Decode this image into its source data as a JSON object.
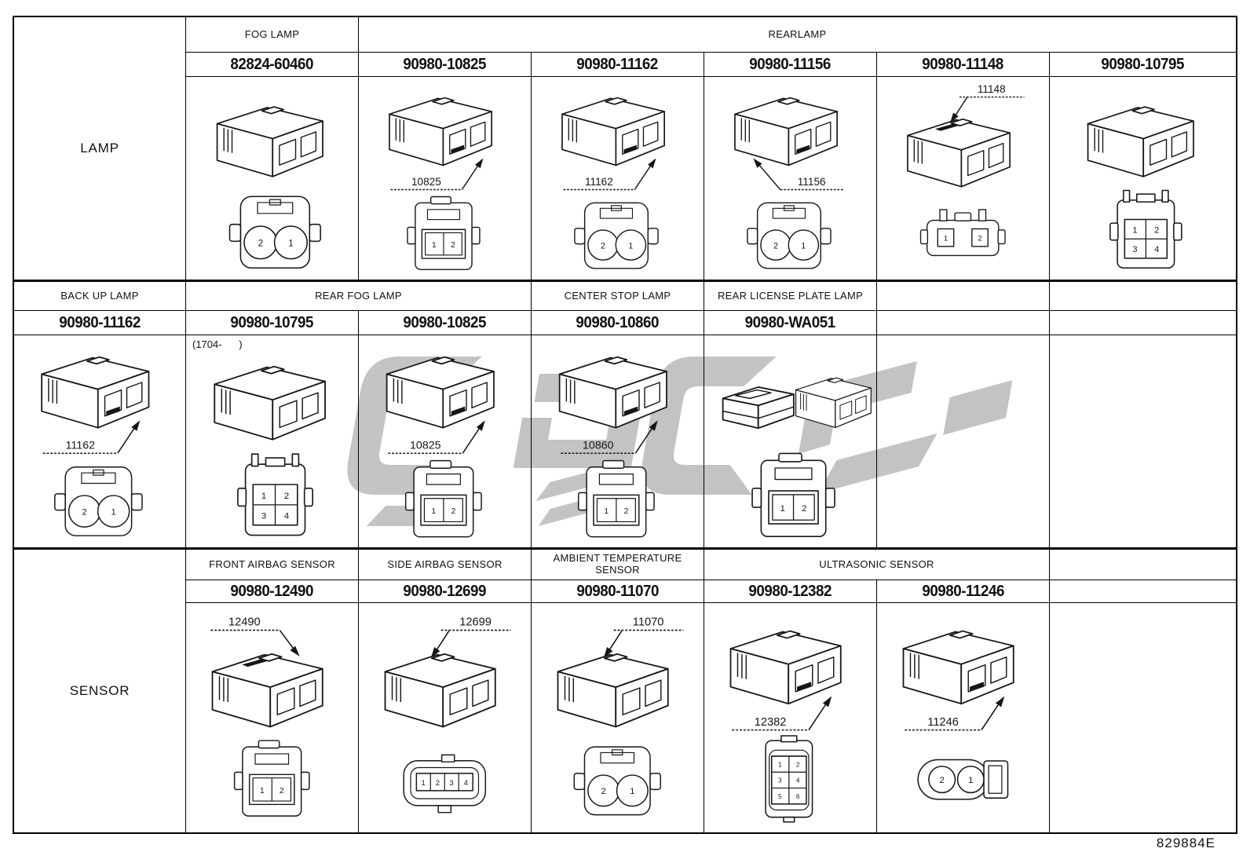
{
  "page": {
    "footer_code": "829884E"
  },
  "watermark": {
    "color": "#b7b7b7"
  },
  "sections": [
    {
      "row_label": "LAMP",
      "headers": [
        {
          "text": "FOG LAMP",
          "col": 2,
          "span": 1
        },
        {
          "text": "REARLAMP",
          "col": 3,
          "span": 5
        }
      ],
      "cells": [
        {
          "col": 2,
          "part": "82824-60460",
          "callout": "",
          "callout_pos": "none",
          "iso": "box",
          "front": "circles2",
          "pins": [
            "2",
            "1"
          ]
        },
        {
          "col": 3,
          "part": "90980-10825",
          "callout": "10825",
          "callout_pos": "below-left",
          "iso": "box",
          "front": "rect2",
          "pins": [
            "1",
            "2"
          ]
        },
        {
          "col": 4,
          "part": "90980-11162",
          "callout": "11162",
          "callout_pos": "below-left",
          "iso": "box",
          "front": "circles2",
          "pins": [
            "2",
            "1"
          ]
        },
        {
          "col": 5,
          "part": "90980-11156",
          "callout": "11156",
          "callout_pos": "below-right",
          "iso": "box",
          "front": "circles2",
          "pins": [
            "2",
            "1"
          ]
        },
        {
          "col": 6,
          "part": "90980-11148",
          "callout": "11148",
          "callout_pos": "top-right",
          "iso": "box-top-stamp",
          "front": "rect2sep",
          "pins": [
            "1",
            "2"
          ]
        },
        {
          "col": 7,
          "part": "90980-10795",
          "callout": "",
          "callout_pos": "none",
          "iso": "box",
          "front": "grid4",
          "pins": [
            "1",
            "2",
            "3",
            "4"
          ]
        }
      ]
    },
    {
      "row_label": null,
      "headers": [
        {
          "text": "BACK UP LAMP",
          "col": 1,
          "span": 1
        },
        {
          "text": "REAR FOG LAMP",
          "col": 2,
          "span": 2
        },
        {
          "text": "CENTER STOP LAMP",
          "col": 4,
          "span": 1
        },
        {
          "text": "REAR LICENSE PLATE LAMP",
          "col": 5,
          "span": 1
        },
        {
          "text": "",
          "col": 6,
          "span": 1
        },
        {
          "text": "",
          "col": 7,
          "span": 1
        }
      ],
      "cells": [
        {
          "col": 1,
          "part": "90980-11162",
          "callout": "11162",
          "callout_pos": "below-left",
          "iso": "box",
          "front": "circles2",
          "pins": [
            "2",
            "1"
          ]
        },
        {
          "col": 2,
          "part": "90980-10795",
          "callout": "",
          "callout_pos": "none",
          "note": "(1704-      )",
          "iso": "box",
          "front": "grid4",
          "pins": [
            "1",
            "2",
            "3",
            "4"
          ]
        },
        {
          "col": 3,
          "part": "90980-10825",
          "callout": "10825",
          "callout_pos": "below-left",
          "iso": "box",
          "front": "rect2",
          "pins": [
            "1",
            "2"
          ]
        },
        {
          "col": 4,
          "part": "90980-10860",
          "callout": "10860",
          "callout_pos": "below-left",
          "iso": "box",
          "front": "rect2",
          "pins": [
            "1",
            "2"
          ]
        },
        {
          "col": 5,
          "part": "90980-WA051",
          "callout": "",
          "callout_pos": "none",
          "iso": "pair",
          "front": "rect2",
          "pins": [
            "1",
            "2"
          ]
        },
        {
          "col": 6,
          "part": "",
          "front": "none"
        },
        {
          "col": 7,
          "part": "",
          "front": "none"
        }
      ]
    },
    {
      "row_label": "SENSOR",
      "headers": [
        {
          "text": "FRONT AIRBAG SENSOR",
          "col": 2,
          "span": 1
        },
        {
          "text": "SIDE AIRBAG SENSOR",
          "col": 3,
          "span": 1
        },
        {
          "text": "AMBIENT TEMPERATURE SENSOR",
          "col": 4,
          "span": 1
        },
        {
          "text": "ULTRASONIC SENSOR",
          "col": 5,
          "span": 2
        },
        {
          "text": "",
          "col": 7,
          "span": 1
        }
      ],
      "cells": [
        {
          "col": 2,
          "part": "90980-12490",
          "callout": "12490",
          "callout_pos": "top-left",
          "iso": "box-top-stamp",
          "front": "rect2",
          "pins": [
            "1",
            "2"
          ]
        },
        {
          "col": 3,
          "part": "90980-12699",
          "callout": "12699",
          "callout_pos": "top-right",
          "iso": "box",
          "front": "strip4",
          "pins": [
            "1",
            "2",
            "3",
            "4"
          ]
        },
        {
          "col": 4,
          "part": "90980-11070",
          "callout": "11070",
          "callout_pos": "top-right",
          "iso": "box",
          "front": "circles2",
          "pins": [
            "2",
            "1"
          ]
        },
        {
          "col": 5,
          "part": "90980-12382",
          "callout": "12382",
          "callout_pos": "below-left",
          "iso": "box",
          "front": "grid6",
          "pins": [
            "1",
            "2",
            "3",
            "4",
            "5",
            "6"
          ]
        },
        {
          "col": 6,
          "part": "90980-11246",
          "callout": "11246",
          "callout_pos": "below-left",
          "iso": "box",
          "front": "circles2h",
          "pins": [
            "2",
            "1"
          ]
        },
        {
          "col": 7,
          "part": "",
          "front": "none"
        }
      ]
    }
  ]
}
